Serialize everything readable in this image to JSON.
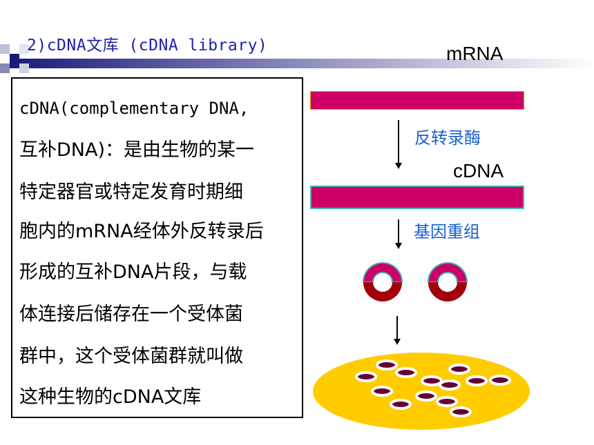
{
  "title": "2)cDNA文库 (cDNA library)",
  "definition": {
    "lines": [
      "cDNA(complementary DNA,",
      "互补DNA)：是由生物的某一",
      "特定器官或特定发育时期细",
      "胞内的mRNA经体外反转录后",
      "形成的互补DNA片段，与载",
      "体连接后储存在一个受体菌",
      "群中，这个受体菌群就叫做",
      "这种生物的cDNA文库"
    ]
  },
  "diagram": {
    "mrna_label": "mRNA",
    "cdna_label": "cDNA",
    "enzyme_label": "反转录酶",
    "recombination_label": "基因重组"
  },
  "colors": {
    "strand": "#cc0066",
    "plasmid_dark": "#a3000f",
    "plasmid_light": "#cc0066",
    "plate": "#ffcc00",
    "colony": "#660033",
    "label_blue": "#1a5fd0",
    "title_blue": "#1f1fa8"
  }
}
